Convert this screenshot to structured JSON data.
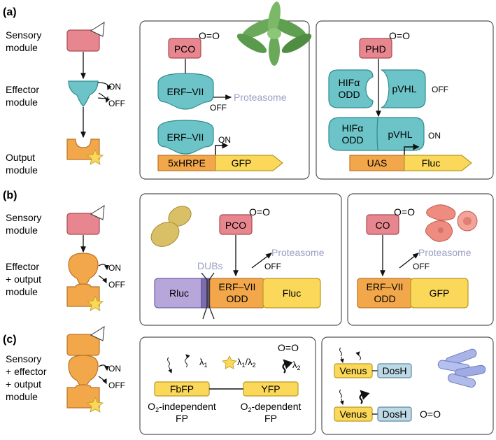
{
  "panels": {
    "a": {
      "label": "(a)",
      "sensory": "Sensory|module",
      "effector": "Effector|module",
      "output": "Output|module",
      "on": "ON",
      "off": "OFF",
      "left_box": {
        "sensor": "PCO",
        "o2": "O=O",
        "erf": "ERF–VII",
        "proteasome": "Proteasome",
        "off": "OFF",
        "erf2": "ERF–VII",
        "on": "ON",
        "promoter": "5xHRPE",
        "reporter": "GFP"
      },
      "right_box": {
        "sensor": "PHD",
        "o2": "O=O",
        "hif": "HIFα|ODD",
        "vhl": "pVHL",
        "off": "OFF",
        "hif2": "HIFα|ODD",
        "vhl2": "pVHL",
        "on": "ON",
        "promoter": "UAS",
        "reporter": "Fluc"
      }
    },
    "b": {
      "label": "(b)",
      "sensory": "Sensory|module",
      "effector": "Effector|+ output|module",
      "on": "ON",
      "off": "OFF",
      "left_box": {
        "sensor": "PCO",
        "o2": "O=O",
        "dubs": "DUBs",
        "proteasome": "Proteasome",
        "off": "OFF",
        "rluc": "Rluc",
        "erf": "ERF–VII|ODD",
        "fluc": "Fluc"
      },
      "right_box": {
        "sensor": "CO",
        "o2": "O=O",
        "proteasome": "Proteasome",
        "off": "OFF",
        "erf": "ERF–VII|ODD",
        "gfp": "GFP"
      }
    },
    "c": {
      "label": "(c)",
      "sensory": "Sensory|+ effector|+ output|module",
      "on": "ON",
      "off": "OFF",
      "left_box": {
        "lambda1": "λ1",
        "lambda12": "λ1/λ2",
        "o2": "O=O",
        "lambda2": "λ2",
        "fbfp": "FbFP",
        "yfp": "YFP",
        "fbfp_caption": "O2-independent|FP",
        "yfp_caption": "O2-dependent|FP"
      },
      "right_box": {
        "venus": "Venus",
        "dosh": "DosH",
        "venus2": "Venus",
        "dosh2": "DosH",
        "o2": "O=O"
      }
    }
  },
  "colors": {
    "sensor_fill": "#e8868f",
    "effector_fill": "#6cc4c8",
    "output_fill": "#f2a84a",
    "yellow": "#fbd85a",
    "purple": "#9b8ac7",
    "blue_box": "#bdd9e6",
    "proteasome_text": "#9aa0c4"
  }
}
